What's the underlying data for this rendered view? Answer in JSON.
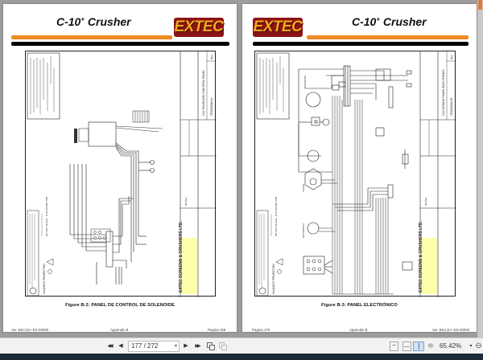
{
  "viewer": {
    "pages": [
      {
        "side": "left",
        "header": {
          "title": "C-10",
          "title_sup": "+",
          "title_rest": " Crusher",
          "logo": "EXTEC"
        },
        "figure_caption": "Figure B-2: PANEL DE CONTROL DE SOLENOIDE",
        "title_block": {
          "company": "EXTEC SCREENS & CRUSHERS LTD.",
          "drawing_title": "C12 SOLENOID CONTROL PANEL",
          "drawing_number": "TE06300xh14",
          "notes_label": "NOTES",
          "rev_label": "REV",
          "projection": "3rd ANGLE PROJECTION",
          "scale_note": "DO NOT SCALE - IF IN DOUBT ASK"
        },
        "footer": {
          "left": "Ver. BKC10+-ES-00000",
          "center": "Appendix B",
          "right": "Pagina 169"
        }
      },
      {
        "side": "right",
        "header": {
          "title": "C-10",
          "title_sup": "+",
          "title_rest": " Crusher",
          "logo": "EXTEC"
        },
        "figure_caption": "Figure B-3: PANEL ELECTRÓNICO",
        "title_block": {
          "company": "EXTEC SCREENS & CRUSHERS LTD.",
          "drawing_title": "C12 ENGINE PANEL ELECTRONIC",
          "drawing_number": "TE06300xh15",
          "notes_label": "NOTES",
          "rev_label": "REV",
          "projection": "3rd ANGLE PROJECTION",
          "scale_note": "DO NOT SCALE - IF IN DOUBT ASK",
          "component_labels": [
            "TACHO",
            "KEYSWITCH",
            "IGNITION TEST",
            "TO ENGINE TOPP",
            "WARNING LAMP"
          ]
        },
        "footer": {
          "left": "Pagina 170",
          "center": "Appendix B",
          "right": "Ver. BKC10+-ES-00000"
        }
      }
    ]
  },
  "toolbar": {
    "first_page_icon": "first-page-icon",
    "prev_page_icon": "prev-page-icon",
    "page_field_value": "177 / 272",
    "next_page_icon": "next-page-icon",
    "last_page_icon": "last-page-icon",
    "zoom_level": "65.42%",
    "view_modes": [
      "single-page",
      "continuous",
      "two-page",
      "two-page-continuous"
    ],
    "active_view_mode": "two-page",
    "glyphs": {
      "first": "◀◀",
      "prev": "◀",
      "next": "▶",
      "last": "▶▶",
      "dropdown": "▾",
      "zoom_out": "⊖"
    }
  },
  "colors": {
    "orange_bar": "#f08a24",
    "logo_bg": "#8c1414",
    "logo_text": "#f5a71c",
    "viewer_bg": "#9d9d9d",
    "taskbar": "#1d2a38"
  }
}
